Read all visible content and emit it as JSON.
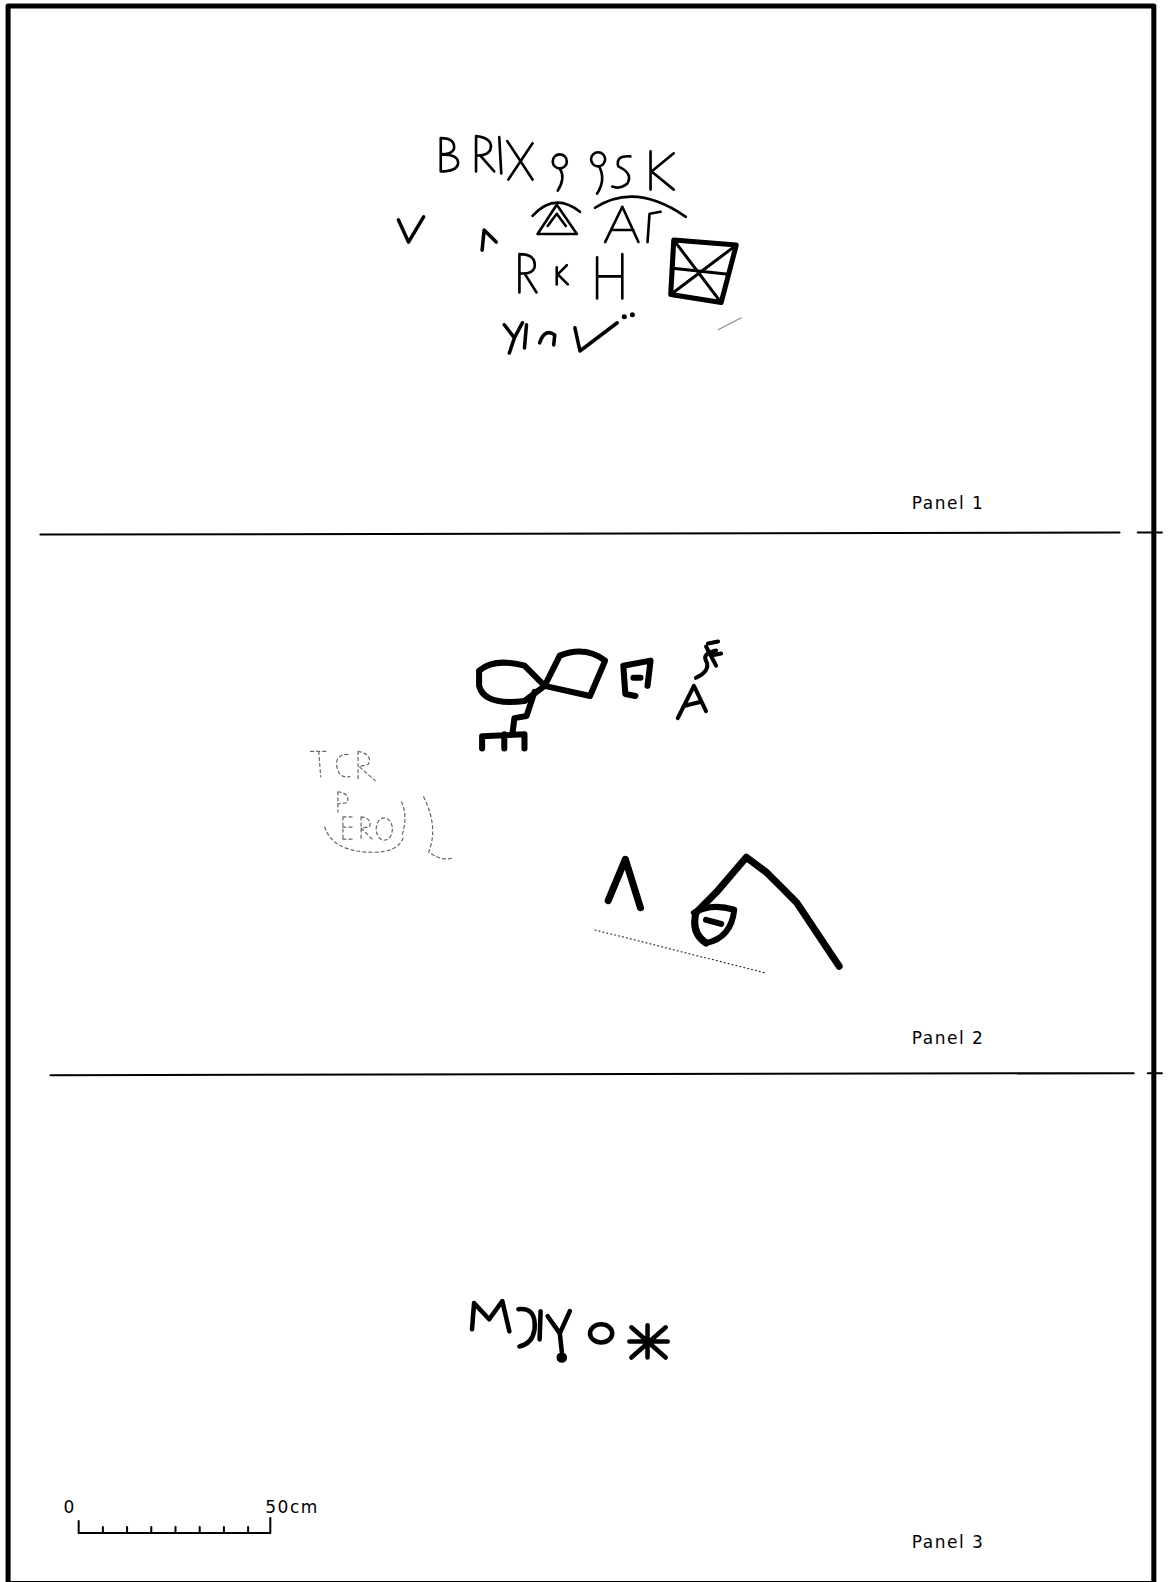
{
  "diagram": {
    "labels": [
      "Panel 1",
      "Panel 2",
      "Panel 3",
      "0",
      "50cm"
    ]
  }
}
